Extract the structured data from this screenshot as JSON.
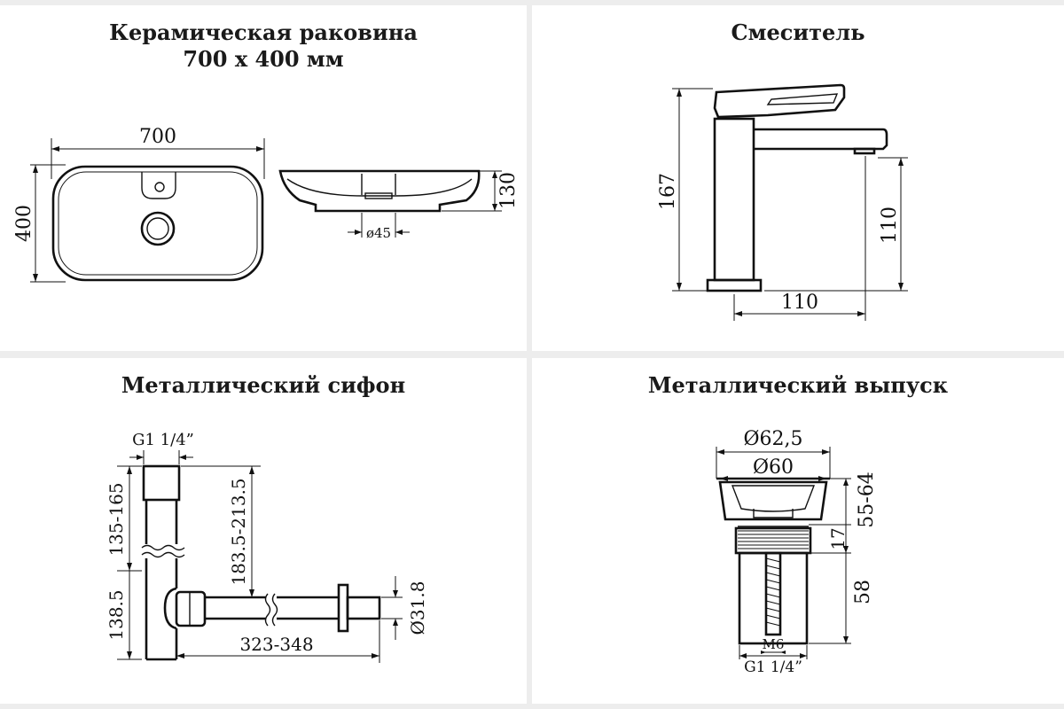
{
  "panels": {
    "sink": {
      "title_line1": "Керамическая раковина",
      "title_line2": "700 х 400 мм",
      "dim_width": "700",
      "dim_height": "400",
      "dim_depth": "130",
      "dim_drain": "ø45"
    },
    "mixer": {
      "title": "Смеситель",
      "dim_height": "167",
      "dim_spout_height": "110",
      "dim_reach": "110"
    },
    "siphon": {
      "title": "Металлический сифон",
      "dim_thread": "G1 1/4”",
      "dim_upper": "135-165",
      "dim_lower": "138.5",
      "dim_vertical": "183.5-213.5",
      "dim_length": "323-348",
      "dim_pipe": "Ø31.8"
    },
    "drain": {
      "title": "Металлический выпуск",
      "dim_outer": "Ø62,5",
      "dim_inner": "Ø60",
      "dim_range": "55-64",
      "dim_top": "17",
      "dim_bottom": "58",
      "dim_bolt": "M6",
      "dim_thread": "G1 1/4”"
    }
  }
}
